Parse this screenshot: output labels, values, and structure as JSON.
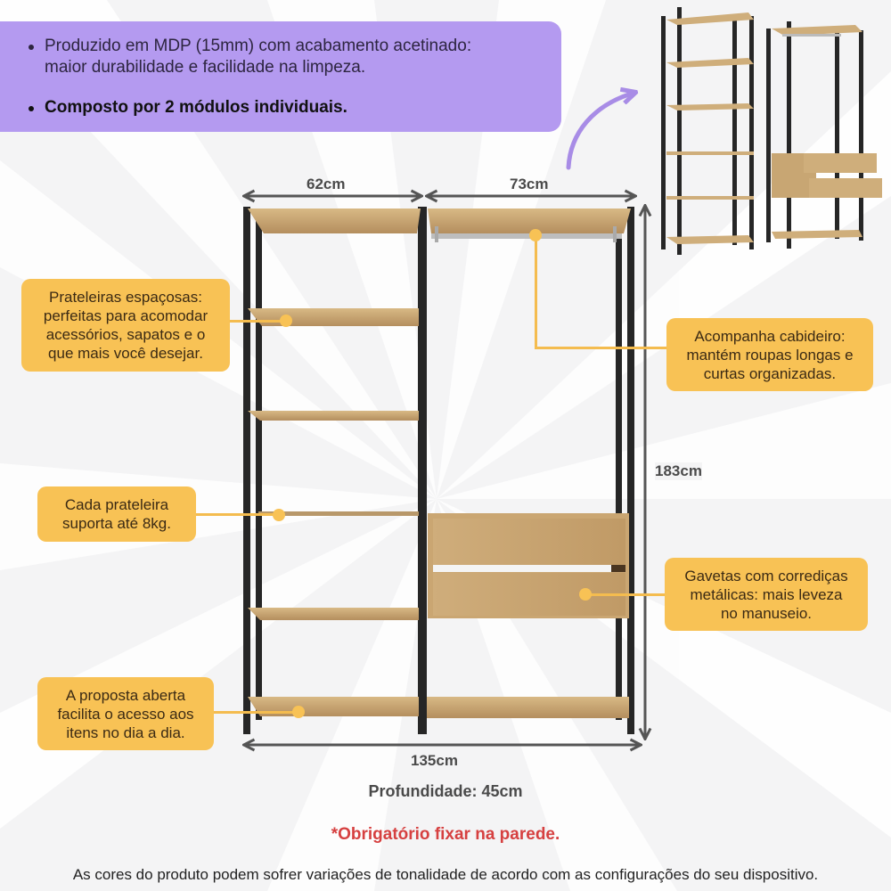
{
  "banner": {
    "bullets": [
      {
        "text": "Produzido em MDP (15mm) com acabamento acetinado:\nmaior durabilidade e facilidade na limpeza.",
        "bold": false
      },
      {
        "text": "Composto por 2 módulos individuais.",
        "bold": true
      }
    ]
  },
  "dimensions": {
    "left_module_width": "62cm",
    "right_module_width": "73cm",
    "total_width": "135cm",
    "height": "183cm",
    "depth": "Profundidade: 45cm"
  },
  "callouts": {
    "shelves": "Prateleiras espaçosas:\nperfeitas para acomodar\nacessórios, sapatos e o\nque mais você desejar.",
    "hanger": "Acompanha cabideiro:\nmantém roupas longas e\ncurtas organizadas.",
    "weight": "Cada prateleira\nsuporta até 8kg.",
    "drawers": "Gavetas com corrediças\nmetálicas: mais leveza\nno manuseio.",
    "open_design": "A proposta aberta\nfacilita o acesso aos\nitens no dia a dia."
  },
  "warning": "*Obrigatório fixar na parede.",
  "disclaimer": "As cores do produto podem sofrer variações de tonalidade de acordo com as configurações do seu dispositivo.",
  "colors": {
    "banner": "#b49af0",
    "callout": "#f8c255",
    "wood": "#c9a574",
    "frame": "#2a2a2a",
    "warning": "#d64040",
    "dimension": "#555555"
  }
}
